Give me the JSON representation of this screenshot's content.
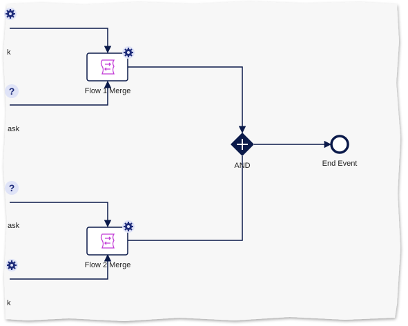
{
  "colors": {
    "paper": "#f7f7f7",
    "line": "#0b1a4a",
    "task_border": "#0b1a4a",
    "script_icon": "#c23ad6",
    "badge_bg": "#dfe3f7",
    "badge_fg": "#1e2c7a",
    "gateway": "#0b1a4a"
  },
  "nodes": {
    "merge1": {
      "label": "Flow 1 Merge",
      "icon": "script-icon",
      "badge": "gear-icon"
    },
    "merge2": {
      "label": "Flow 2 Merge",
      "icon": "script-icon",
      "badge": "gear-icon"
    },
    "gateway": {
      "label": "AND",
      "icon": "plus-icon"
    },
    "end_event": {
      "label": "End Event"
    },
    "left_tasks": [
      {
        "label": "k",
        "badge": "gear-icon"
      },
      {
        "label": "ask",
        "badge": "question-icon"
      },
      {
        "label": "ask",
        "badge": "question-icon"
      },
      {
        "label": "k",
        "badge": "gear-icon"
      }
    ]
  }
}
